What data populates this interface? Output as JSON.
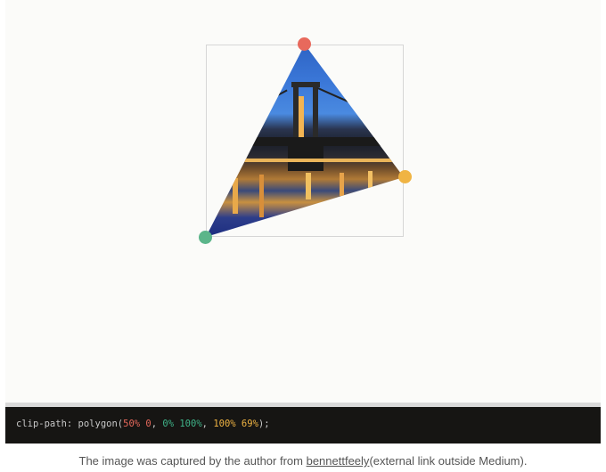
{
  "code": {
    "property": "clip-path:",
    "func_open": " polygon(",
    "p1": "50% 0",
    "sep1": ", ",
    "p2": "0% 100%",
    "sep2": ", ",
    "p3": "100% 69%",
    "func_close": ");"
  },
  "handles": [
    {
      "name": "top",
      "color": "#e8695c"
    },
    {
      "name": "bottom-left",
      "color": "#5bb58a"
    },
    {
      "name": "right",
      "color": "#f0b443"
    }
  ],
  "caption": {
    "prefix": "The image was captured by the author from ",
    "link": "bennettfeely",
    "suffix": "(external link outside Medium)."
  }
}
